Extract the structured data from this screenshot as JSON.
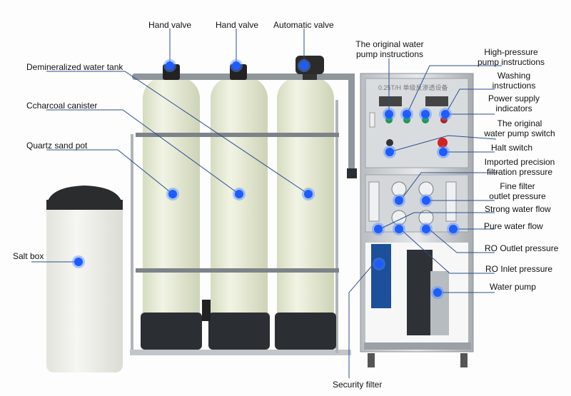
{
  "diagram": {
    "title_on_panel": "0.25T/H 单级反渗透设备",
    "labels": {
      "hand_valve_1": "Hand valve",
      "hand_valve_2": "Hand valve",
      "automatic_valve": "Automatic valve",
      "demineralized_water_tank": "Demineralized water tank",
      "charcoal_canister": "Ccharcoal canister",
      "quartz_sand_pot": "Quartz sand pot",
      "salt_box": "Salt box",
      "original_pump_instructions_l1": "The original water",
      "original_pump_instructions_l2": "pump instructions",
      "high_pressure_pump_l1": "High-pressure",
      "high_pressure_pump_l2": "pump instructions",
      "washing_l1": "Washing",
      "washing_l2": "instructions",
      "power_supply_l1": "Power supply",
      "power_supply_l2": "indicators",
      "orig_pump_switch_l1": "The original",
      "orig_pump_switch_l2": "water pump switch",
      "halt_switch": "Halt switch",
      "imported_precision_l1": "Imported precision",
      "imported_precision_l2": "filtration pressure",
      "fine_filter_l1": "Fine filter",
      "fine_filter_l2": "outlet pressure",
      "strong_water_flow": "Strong water flow",
      "pure_water_flow": "Pure water flow",
      "ro_outlet_pressure": "RO Outlet pressure",
      "ro_inlet_pressure": "RO Inlet pressure",
      "water_pump": "Water pump",
      "security_filter": "Security filter"
    },
    "colors": {
      "marker": "#1e5cff",
      "leader_line": "#2a4f8f",
      "tank": "#e8edd6",
      "tank_base": "#2b2f33",
      "steel": "#c9cdd2"
    }
  }
}
